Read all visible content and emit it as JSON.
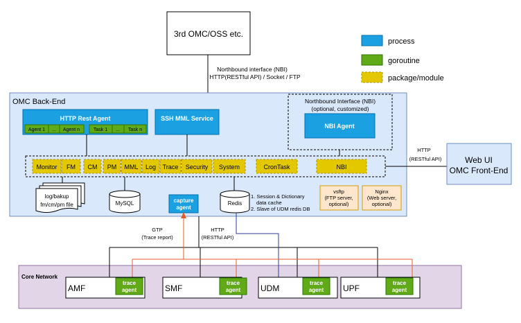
{
  "top": {
    "oss_label": "3rd OMC/OSS etc.",
    "nbi_interface_line1": "Northbound interface (NBI)",
    "nbi_interface_line2": "HTTP(RESTful API) / Socket / FTP"
  },
  "legend": {
    "process": "process",
    "goroutine": "goroutine",
    "package": "package/module"
  },
  "backend": {
    "title": "OMC Back-End",
    "http_agent": {
      "title": "HTTP Rest Agent",
      "subs": [
        "Agent 1",
        "...",
        "Agent n",
        "Task 1",
        "...",
        "Task n"
      ]
    },
    "ssh_service": "SSH MML Service",
    "nbi_group": {
      "title_line1": "Northbound Interface (NBI)",
      "title_line2": "(optional, customized)",
      "agent": "NBI Agent"
    },
    "modules": [
      "Monitor",
      "FM",
      "CM",
      "PM",
      "MML",
      "Log",
      "Trace",
      "Security",
      "System",
      "CronTask",
      "NBI"
    ],
    "log_files": {
      "line1": "log/bakup",
      "line2": "fm/cm/pm file"
    },
    "mysql": "MySQL",
    "capture_agent": {
      "line1": "capture",
      "line2": "agent"
    },
    "redis": "Redis",
    "redis_notes": [
      "1. Session & Dictionary",
      "data cache",
      "2. Slave of UDM redis DB"
    ],
    "vsftp": [
      "vsftp",
      "(FTP server,",
      "optional)"
    ],
    "nginx": [
      "Nginx",
      "(Web server,",
      "optional)"
    ]
  },
  "web_ui": {
    "http_line1": "HTTP",
    "http_line2": "(RESTful API)",
    "line1": "Web UI",
    "line2": "OMC Front-End"
  },
  "links": {
    "gtp_line1": "GTP",
    "gtp_line2": "(Trace report)",
    "http_line1": "HTTP",
    "http_line2": "(RESTful API)"
  },
  "core": {
    "title": "Core Network",
    "nfs": [
      "AMF",
      "SMF",
      "UDM",
      "UPF"
    ],
    "trace_agent_line1": "trace",
    "trace_agent_line2": "agent"
  },
  "colors": {
    "process_blue": "#1ba1e2",
    "goroutine_green": "#60a917",
    "package_yellow": "#e3c800",
    "backend_bg": "#dae8fc",
    "core_bg": "#e1d5e7",
    "optional_orange": "#ffe6cc",
    "orange_line": "#e55b2d",
    "udm_line": "#2b3c9e"
  }
}
